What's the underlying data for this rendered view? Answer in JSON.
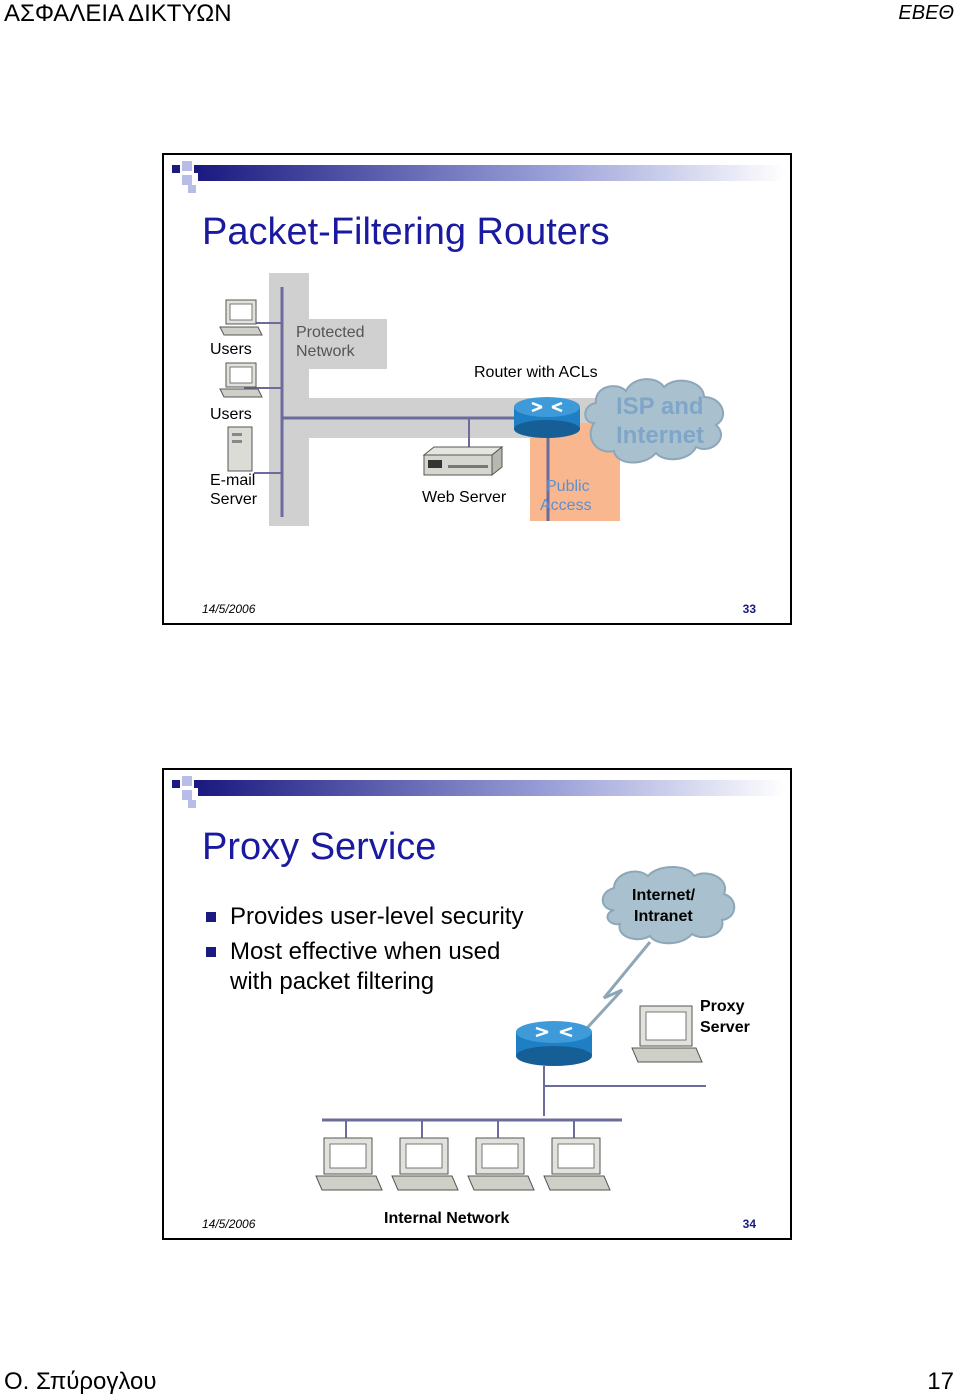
{
  "page": {
    "header_left": "ΑΣΦΑΛΕΙΑ ΔΙΚΤΥΩΝ",
    "header_right": "ΕΒΕΘ",
    "footer_left": "Ο. Σπύρογλου",
    "footer_right": "17"
  },
  "slide1": {
    "title": "Packet-Filtering Routers",
    "labels": {
      "users1": "Users",
      "users2": "Users",
      "email_server_1": "E-mail",
      "email_server_2": "Server",
      "protected_1": "Protected",
      "protected_2": "Network",
      "router": "Router with ACLs",
      "isp_1": "ISP and",
      "isp_2": "Internet",
      "web_server": "Web Server",
      "public_1": "Public",
      "public_2": "Access"
    },
    "date": "14/5/2006",
    "number": "33"
  },
  "slide2": {
    "title": "Proxy Service",
    "bullets": [
      "Provides user-level security",
      "Most effective when used",
      "with packet filtering"
    ],
    "labels": {
      "cloud_1": "Internet/",
      "cloud_2": "Intranet",
      "proxy_1": "Proxy",
      "proxy_2": "Server",
      "internal": "Internal Network"
    },
    "date": "14/5/2006",
    "number": "34"
  },
  "colors": {
    "title": "#1a1aa0",
    "router": "#1e7fc4",
    "cloud": "#a9c0cf",
    "isp_text": "#7fa6c9",
    "public_bg": "#f8b78f",
    "public_text": "#5e8fd0",
    "protected_bg": "#d0d0d0"
  }
}
